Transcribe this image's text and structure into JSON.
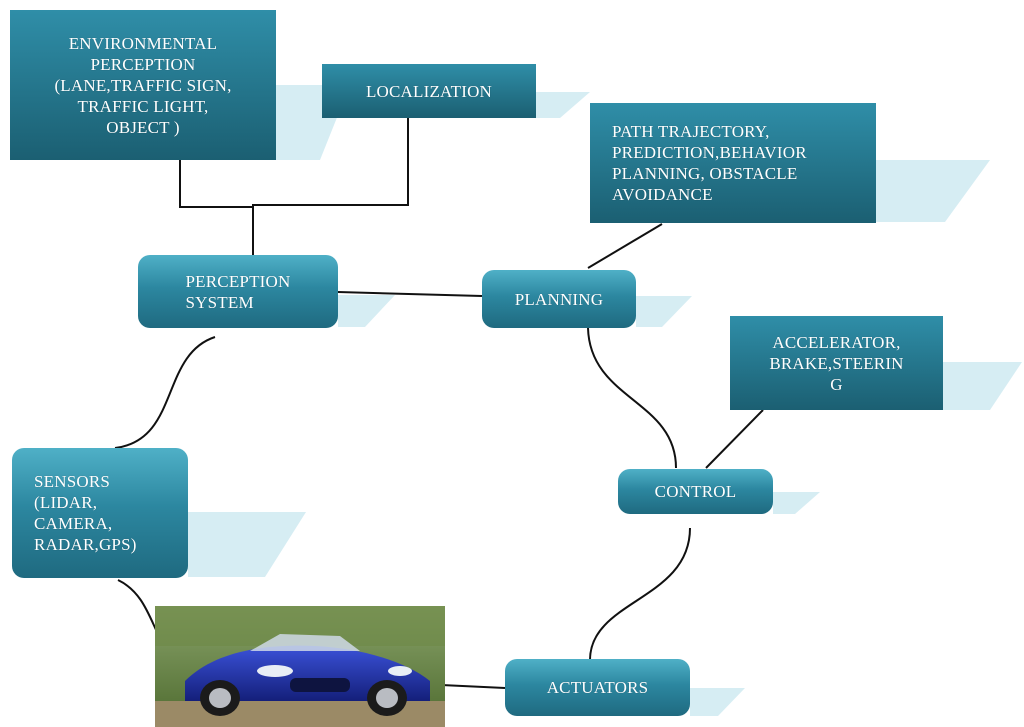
{
  "colors": {
    "box_dark": "#1b5f72",
    "box_light": "#4fb0c7",
    "shadow": "#d6edf3",
    "connector": "#111111",
    "car_body": "#1d2fa8"
  },
  "nodes": {
    "environmental_perception": {
      "label": "ENVIRONMENTAL\nPERCEPTION\n(LANE,TRAFFIC SIGN,\nTRAFFIC LIGHT,\nOBJECT )"
    },
    "localization": {
      "label": "LOCALIZATION"
    },
    "path_trajectory": {
      "label": "PATH TRAJECTORY,\nPREDICTION,BEHAVIOR\nPLANNING, OBSTACLE\nAVOIDANCE"
    },
    "perception_system": {
      "label": "PERCEPTION\nSYSTEM"
    },
    "planning": {
      "label": "PLANNING"
    },
    "accelerator": {
      "label": "ACCELERATOR,\nBRAKE,STEERIN\nG"
    },
    "sensors": {
      "label": "SENSORS\n(LIDAR,\nCAMERA,\nRADAR,GPS)"
    },
    "control": {
      "label": "CONTROL"
    },
    "actuators": {
      "label": "ACTUATORS"
    }
  },
  "image": {
    "icon": "sports-car-photo"
  }
}
